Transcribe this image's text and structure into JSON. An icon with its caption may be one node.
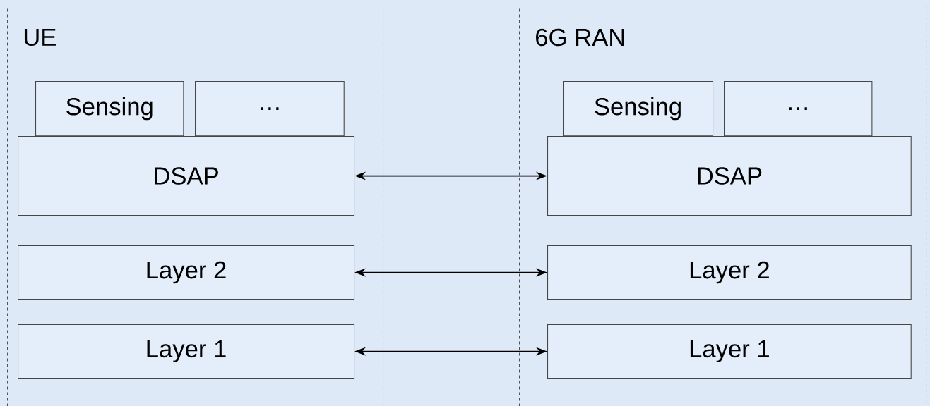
{
  "diagram": {
    "nodes": [
      {
        "text": [
          "UE"
        ]
      },
      {
        "text": [
          "Sensing"
        ],
        "in": 0
      },
      {
        "text": [
          "…"
        ],
        "in": 0
      },
      {
        "text": [
          "DSAP"
        ],
        "in": 0
      },
      {
        "text": [
          "Layer 2"
        ],
        "in": 0
      },
      {
        "text": [
          "Layer 1"
        ],
        "in": 0
      },
      {
        "text": [
          "6G RAN"
        ]
      },
      {
        "text": [
          "Sensing"
        ],
        "in": 6
      },
      {
        "text": [
          "…"
        ],
        "in": 6
      },
      {
        "text": [
          "DSAP"
        ],
        "in": 6
      },
      {
        "text": [
          "Layer 2"
        ],
        "in": 6
      },
      {
        "text": [
          "Layer 1"
        ],
        "in": 6
      }
    ],
    "edges": [
      {
        "from": 3,
        "to": 9,
        "arrow": "both"
      },
      {
        "from": 4,
        "to": 10,
        "arrow": "both"
      },
      {
        "from": 5,
        "to": 11,
        "arrow": "both"
      }
    ]
  }
}
